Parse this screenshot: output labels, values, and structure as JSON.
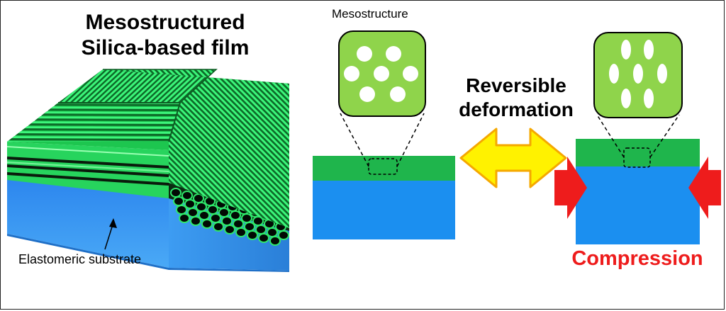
{
  "title": {
    "line1": "Mesostructured",
    "line2": "Silica-based film"
  },
  "labels": {
    "substrate": "Elastomeric substrate",
    "mesostructure": "Mesostructure",
    "reversible_line1": "Reversible",
    "reversible_line2": "deformation",
    "compression": "Compression"
  },
  "colors": {
    "film_green": "#1fbf4f",
    "film_bright_green": "#2ee86a",
    "substrate_blue": "#1b8ff0",
    "inset_green": "#8fd44b",
    "arrow_yellow": "#fff200",
    "arrow_outline": "#f5a800",
    "compression_red": "#ee1c1c"
  }
}
